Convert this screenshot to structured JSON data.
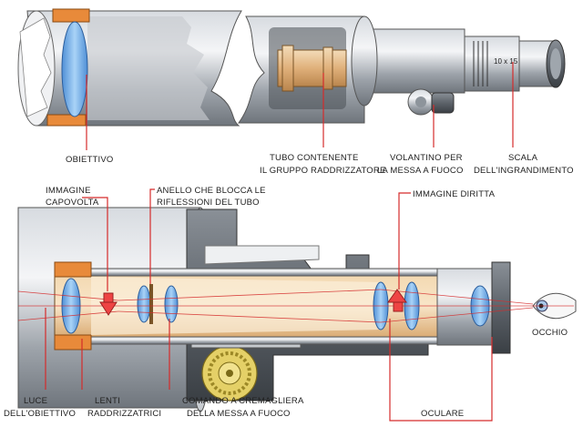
{
  "colors": {
    "annotation": "#d52b2b",
    "tube_grey": "#a9aeb4",
    "brass": "#e2b98a",
    "lens": "#7fb4e8",
    "gear": "#e5d46b",
    "background": "#ffffff"
  },
  "labels": {
    "obiettivo": "OBIETTIVO",
    "tubo_1": "TUBO CONTENENTE",
    "tubo_2": "IL GRUPPO RADDRIZZATORE",
    "volantino_1": "VOLANTINO PER",
    "volantino_2": "LA MESSA A FUOCO",
    "scala_1": "SCALA",
    "scala_2": "DELL'INGRANDIMENTO",
    "immagine_capovolta_1": "IMMAGINE",
    "immagine_capovolta_2": "CAPOVOLTA",
    "anello_1": "ANELLO CHE BLOCCA LE",
    "anello_2": "RIFLESSIONI DEL TUBO",
    "immagine_diritta": "IMMAGINE DIRITTA",
    "occhio": "OCCHIO",
    "luce_1": "LUCE",
    "luce_2": "DELL'OBIETTIVO",
    "lenti_1": "LENTI",
    "lenti_2": "RADDRIZZATRICI",
    "comando_1": "COMANDO A CREMAGLIERA",
    "comando_2": "DELLA MESSA A FUOCO",
    "oculare": "OCULARE"
  }
}
